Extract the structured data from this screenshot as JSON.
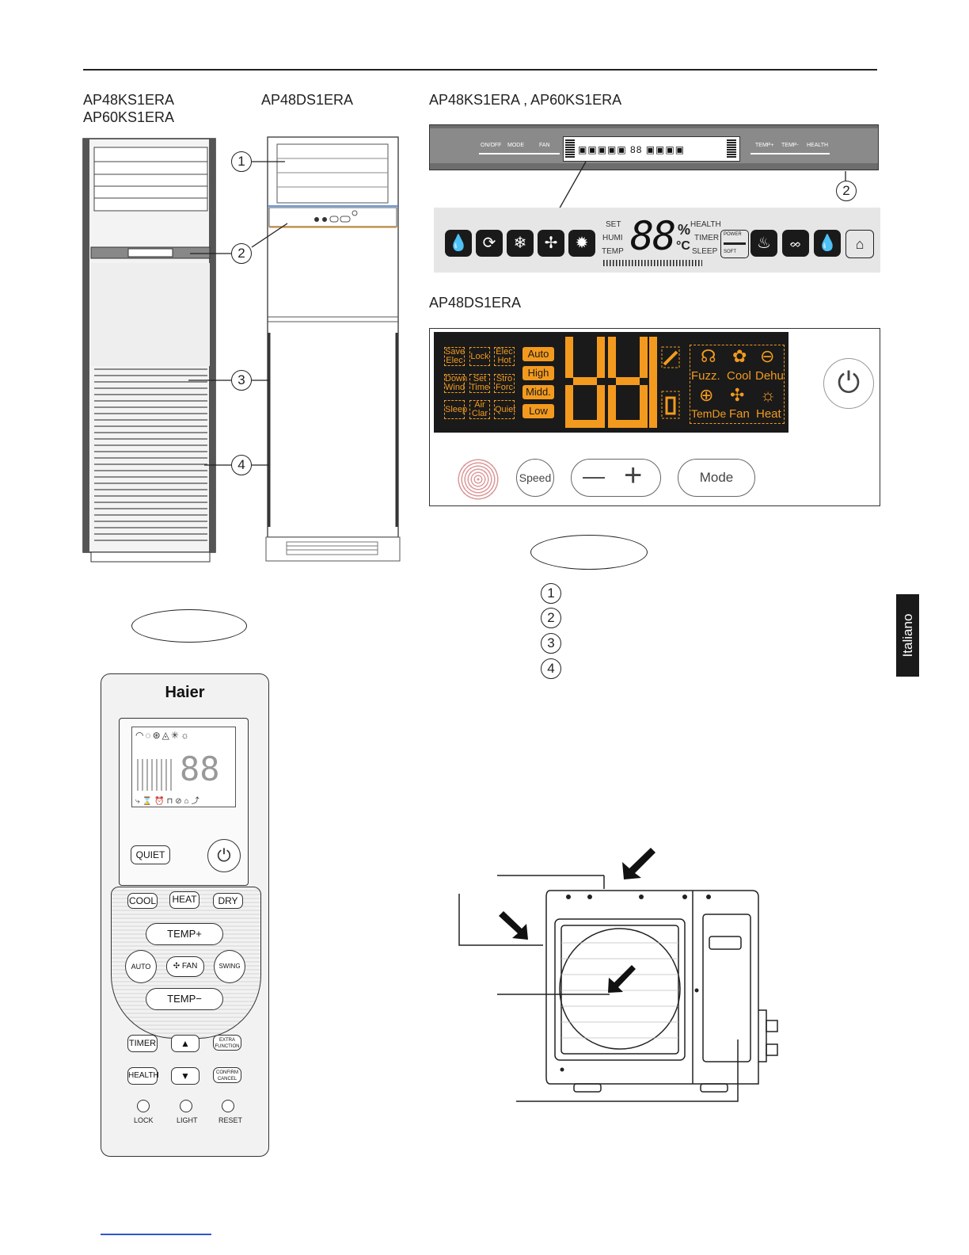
{
  "models": {
    "left_top": "AP48KS1ERA",
    "left_top_2": "AP60KS1ERA",
    "middle_top": "AP48DS1ERA",
    "right_top": "AP48KS1ERA , AP60KS1ERA",
    "right_middle": "AP48DS1ERA"
  },
  "callouts": [
    "1",
    "2",
    "3",
    "4"
  ],
  "panel_ks": {
    "buttons_left": [
      "ON/OFF",
      "MODE",
      "FAN"
    ],
    "buttons_right": [
      "TEMP+",
      "TEMP-",
      "HEALTH"
    ],
    "callout": "2"
  },
  "lcd_ks": {
    "labels_left": [
      "SET",
      "HUMI",
      "TEMP"
    ],
    "digits": "88",
    "units": [
      "%",
      "°C"
    ],
    "labels_right": [
      "HEALTH",
      "TIMER",
      "SLEEP"
    ],
    "power_soft": [
      "POWER",
      "SOFT"
    ],
    "icons": [
      "dry-icon",
      "auto-icon",
      "cool-icon",
      "fan-icon",
      "heat-icon"
    ]
  },
  "lcd_ds": {
    "boxes": [
      [
        "Save",
        "Elec"
      ],
      [
        "Lock",
        ""
      ],
      [
        "Elec",
        "Hot"
      ],
      [
        "Down",
        "Wind"
      ],
      [
        "Set",
        "Time"
      ],
      [
        "Stro",
        "Forc"
      ],
      [
        "Sleep",
        ""
      ],
      [
        "Air",
        "Clar"
      ],
      [
        "Quiet",
        ""
      ]
    ],
    "speeds": [
      "Auto",
      "High",
      "Midd.",
      "Low"
    ],
    "mode_icons": [
      "Fuzz.",
      "Cool",
      "Dehu",
      "TemDe",
      "Fan",
      "Heat"
    ],
    "buttons": {
      "speed": "Speed",
      "minus": "—",
      "plus": "+",
      "mode": "Mode"
    }
  },
  "legend_items": [
    "1",
    "2",
    "3",
    "4"
  ],
  "side_tab": "Italiano",
  "remote": {
    "brand": "Haier",
    "quiet": "QUIET",
    "cool": "COOL",
    "heat": "HEAT",
    "dry": "DRY",
    "temp_plus": "TEMP+",
    "auto": "AUTO",
    "fan": "FAN",
    "swing": "SWING",
    "temp_minus": "TEMP−",
    "timer": "TIMER",
    "extra": [
      "EXTRA",
      "FUNCTION"
    ],
    "health": "HEALTH",
    "confirm": [
      "CONFIRM",
      "CANCEL"
    ],
    "small": [
      "LOCK",
      "LIGHT",
      "RESET"
    ]
  }
}
